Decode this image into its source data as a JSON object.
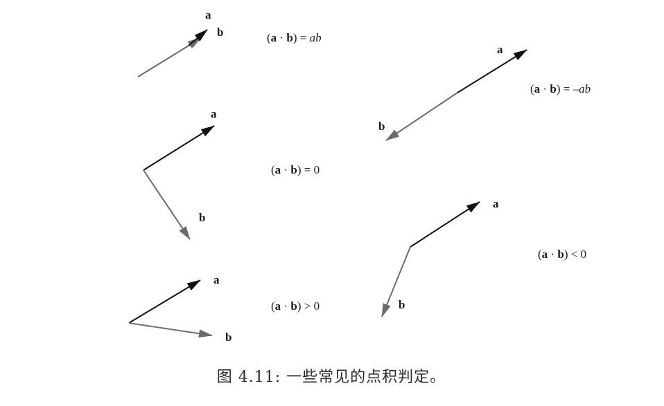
{
  "colors": {
    "vector_a": "#111111",
    "vector_b": "#6b6b6b",
    "text": "#1a1a1a",
    "background": "#ffffff"
  },
  "vectors": {
    "a": "a",
    "b": "b"
  },
  "cases": [
    {
      "id": "same-direction",
      "lhs_open": "(",
      "lhs_a": "a",
      "lhs_dot": " · ",
      "lhs_b": "b",
      "lhs_close": ")",
      "relation": " = ",
      "rhs": "ab"
    },
    {
      "id": "opposite-direction",
      "lhs_open": "(",
      "lhs_a": "a",
      "lhs_dot": " · ",
      "lhs_b": "b",
      "lhs_close": ")",
      "relation": " = ",
      "rhs": "–ab"
    },
    {
      "id": "perpendicular",
      "lhs_open": "(",
      "lhs_a": "a",
      "lhs_dot": " · ",
      "lhs_b": "b",
      "lhs_close": ")",
      "relation": " = ",
      "rhs": "0"
    },
    {
      "id": "obtuse",
      "lhs_open": "(",
      "lhs_a": "a",
      "lhs_dot": " · ",
      "lhs_b": "b",
      "lhs_close": ")",
      "relation": " < ",
      "rhs": "0"
    },
    {
      "id": "acute",
      "lhs_open": "(",
      "lhs_a": "a",
      "lhs_dot": " · ",
      "lhs_b": "b",
      "lhs_close": ")",
      "relation": " > ",
      "rhs": "0"
    }
  ],
  "caption": "图 4.11: 一些常见的点积判定。"
}
